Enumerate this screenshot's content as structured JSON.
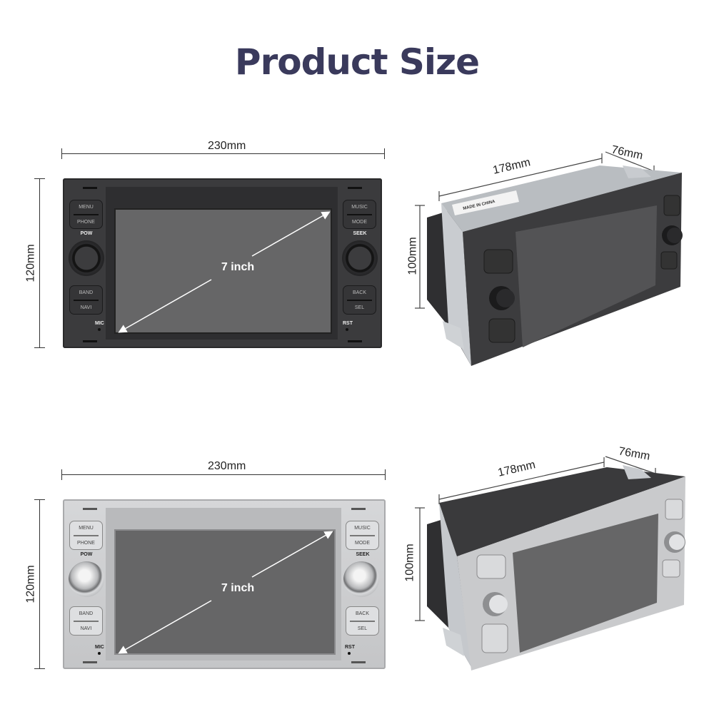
{
  "title": "Product Size",
  "units": [
    {
      "finish": "black",
      "width": "230mm",
      "height": "120mm",
      "screen": "7 inch",
      "buttons": {
        "menu": "MENU",
        "phone": "PHONE",
        "pow": "POW",
        "band": "BAND",
        "navi": "NAVI",
        "mic": "MIC",
        "music": "MUSIC",
        "mode": "MODE",
        "seek": "SEEK",
        "back": "BACK",
        "sel": "SEL",
        "rst": "RST"
      },
      "side": {
        "depth": "178mm",
        "side_depth": "76mm",
        "height": "100mm",
        "sticker": "MADE IN CHINA"
      }
    },
    {
      "finish": "silver",
      "width": "230mm",
      "height": "120mm",
      "screen": "7 inch",
      "buttons": {
        "menu": "MENU",
        "phone": "PHONE",
        "pow": "POW",
        "band": "BAND",
        "navi": "NAVI",
        "mic": "MIC",
        "music": "MUSIC",
        "mode": "MODE",
        "seek": "SEEK",
        "back": "BACK",
        "sel": "SEL",
        "rst": "RST"
      },
      "side": {
        "depth": "178mm",
        "side_depth": "76mm",
        "height": "100mm"
      }
    }
  ],
  "colors": {
    "title": "#3a3a5c",
    "black_bezel": "#3b3b3d",
    "silver_bezel": "#cfd0d2",
    "screen": "#666667"
  }
}
